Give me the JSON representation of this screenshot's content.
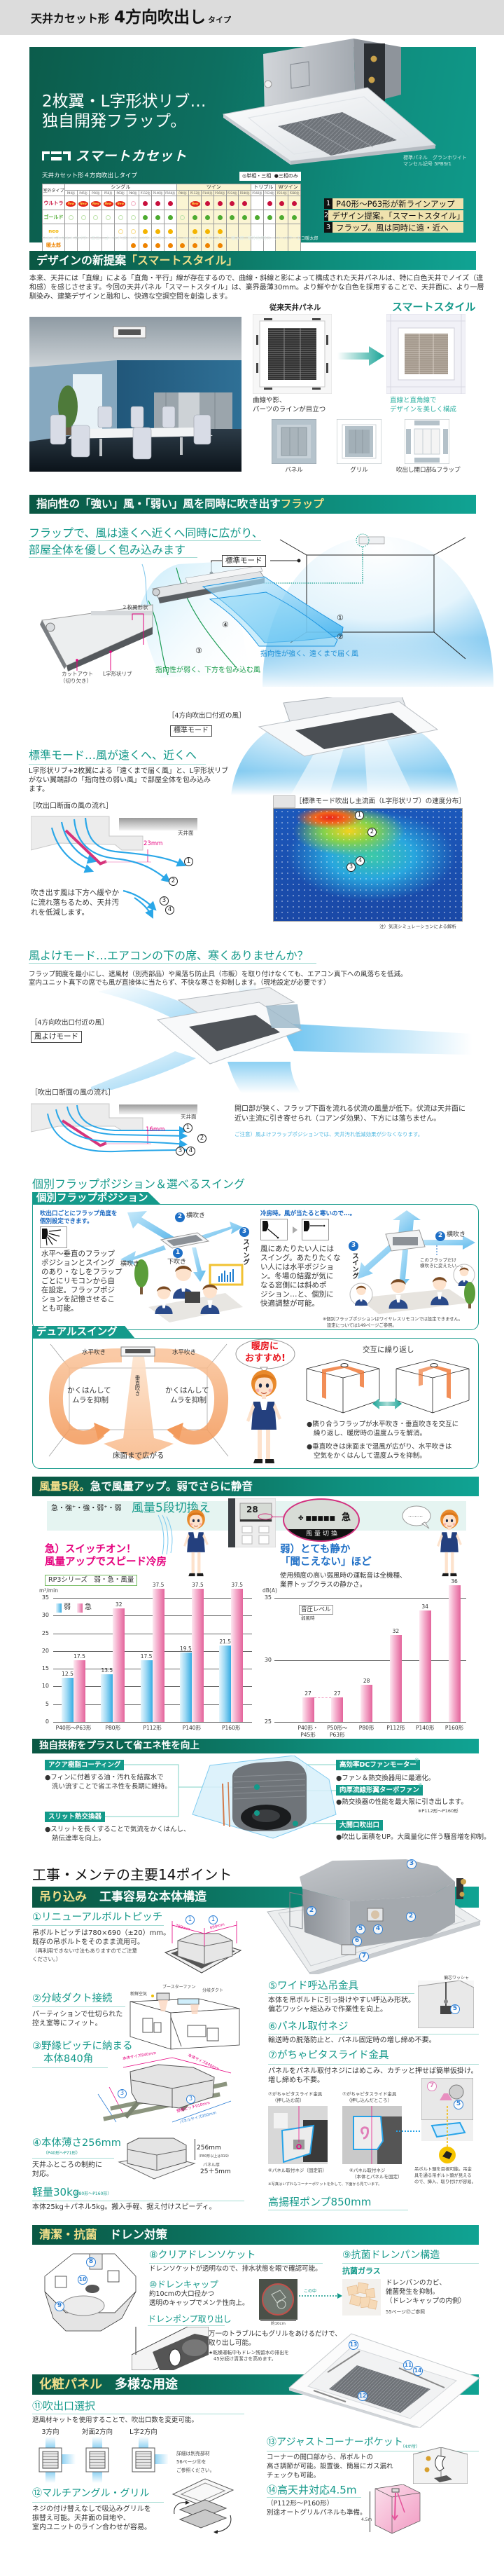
{
  "header": {
    "title_prefix": "天井カセット形",
    "title_main": "4方向吹出し",
    "title_suffix": "タイプ"
  },
  "colors": {
    "brand_green": "#0d6b59",
    "teal": "#14998a",
    "accent_yellow": "#f2df8a",
    "pink": "#e5007e",
    "blue": "#1f6fc6"
  },
  "hero": {
    "headline_1": "2枚翼・L字形状リブ…",
    "headline_2": "独自開発フラップ。",
    "logo_text": "スマートカセット",
    "product_caption_1": "標準パネル　グランホワイト",
    "product_caption_2": "マンセル記号 5PB9/1",
    "table": {
      "title": "天井カセット形４方向吹出しタイプ",
      "legend_ring": "◎単相・三相",
      "legend_dot": "●三相のみ",
      "row_header": "室外タイプ",
      "new_badge": "New",
      "groups": [
        {
          "label": "シングル",
          "span": 9,
          "shade": false
        },
        {
          "label": "ツイン",
          "span": 6,
          "shade": true
        },
        {
          "label": "トリプル",
          "span": 2,
          "shade": false
        },
        {
          "label": "Wツイン",
          "span": 2,
          "shade": true
        }
      ],
      "models": [
        "P40形",
        "P45形",
        "P50形",
        "P56形",
        "P63形",
        "P80形",
        "P112形",
        "P140形",
        "P160形",
        "P80形",
        "P112形",
        "P140形",
        "P160形",
        "P224形",
        "P280形",
        "P160形",
        "P224形",
        "P224形",
        "P280形"
      ],
      "rows": [
        {
          "name": "ウルトラ",
          "color": "#c8103c",
          "ring_color": "#f3b3c6",
          "cells": [
            "new",
            "new",
            "new",
            "new",
            "new",
            "ring",
            "dot",
            "dot",
            "dot",
            "",
            "new",
            "dot",
            "dot",
            "dot",
            "dot",
            "",
            "dot",
            "dot",
            "dot"
          ]
        },
        {
          "name": "ゴールド",
          "color": "#4dab30",
          "ring_color": "#bfe3ad",
          "cells": [
            "ring",
            "ring",
            "ring",
            "ring",
            "ring",
            "ring",
            "dot",
            "dot",
            "dot",
            "ring",
            "dot",
            "dot",
            "dot",
            "dot",
            "dot",
            "dot",
            "dot",
            "dot",
            "dot"
          ]
        },
        {
          "name": "neo",
          "color": "#f4b400",
          "ring_color": "#f8dc8a",
          "cells": [
            "",
            "",
            "",
            "",
            "ring",
            "ring",
            "dot",
            "dot",
            "dot",
            "",
            "dot",
            "dot",
            "dot",
            "",
            "",
            "",
            "",
            "",
            ""
          ]
        },
        {
          "name": "暖太郎",
          "color": "#ee8300",
          "ring_color": "#f6c88a",
          "cells": [
            "",
            "",
            "",
            "",
            "",
            "dot",
            "dot",
            "dot",
            "dot",
            "dot",
            "dot",
            "dot",
            "dot",
            "",
            "",
            "",
            "",
            "",
            ""
          ]
        },
        {
          "name": "冷房専用",
          "color": "#2160c4",
          "ring_color": "#b3c9ec",
          "cells": [
            "ring",
            "ring",
            "ring",
            "ring",
            "ring",
            "ring",
            "dot",
            "dot",
            "dot",
            "ring",
            "dot",
            "dot",
            "dot",
            "dot",
            "dot",
            "",
            "",
            "",
            ""
          ]
        }
      ],
      "footnote": "ウルトラ:ウルトラパワーエコ　ゴールド:スーパーパワーエコゴールド　neo:スマートエコneo　暖太郎:[寒冷地用]スーパーパワーエコ暖太郎"
    },
    "points": [
      {
        "num": "1",
        "text": "P40形～P63形が新ラインアップ"
      },
      {
        "num": "2",
        "text": "デザイン提案。「スマートスタイル」"
      },
      {
        "num": "3",
        "text": "フラップ。風は同時に遠・近へ"
      }
    ]
  },
  "design": {
    "heading_plain": "デザインの新提案",
    "heading_accent": "「スマートスタイル」",
    "body_lines": [
      "本来、天井には「直線」による「直角・平行」線が存在するので、曲線・斜線と影によって構成された天井パネルは、特に白色天井でノイズ（違",
      "和感）を感じさせます。今回の天井パネル「スマートスタイル」は、業界最薄30mm。より鮮やかな白色を採用することで、天井面に、より一層",
      "馴染み、建築デザインと融和し、快適な空調空間を創造します。"
    ],
    "old_panel_label": "従来天井パネル",
    "new_panel_label": "スマートスタイル",
    "old_caption": [
      "曲線や影、",
      "パーツのラインが目立つ"
    ],
    "new_caption": [
      "直線と直角線で",
      "デザインを美しく構成"
    ],
    "parts": [
      "パネル",
      "グリル",
      "吹出し開口部&フラップ"
    ]
  },
  "flap": {
    "heading_plain": "指向性の「強い」風・「弱い」風を同時に吹き出す",
    "heading_accent": "フラップ",
    "subtitle_1": "フラップで、風は遠くへ近くへ同時に広がり、",
    "subtitle_2": "部屋全体を優しく包み込みます",
    "mode_tag": "標準モード",
    "label_two_blade": "２枚翼形状",
    "label_cutout": [
      "カットアウト",
      "（切り欠き）"
    ],
    "label_l_rib": "L字形状リブ",
    "label_weak_wind": "指向性が弱く、下方を包み込む風",
    "label_strong_wind": "指向性が強く、遠くまで届く風",
    "markers": [
      "①",
      "②",
      "③",
      "④"
    ]
  },
  "standard_mode": {
    "outlet_caption": "［4方向吹出口付近の風］",
    "mode_tag": "標準モード",
    "title": "標準モード…風が遠くへ、近くへ",
    "body_lines": [
      "L字形状リブ+2枚翼による「遠くまで届く風」と、L字形状リブ",
      "がない翼端部の「指向性の弱い風」で部屋全体を包み込み",
      "ます。"
    ],
    "section_caption": "［吹出口断面の風の流れ］",
    "ceiling_label": "天井面",
    "gap_label": "23mm",
    "note_lines": [
      "吹き出す風は下方へ緩やか",
      "に流れ落ちるため、天井汚",
      "れを低減します。"
    ],
    "velocity_title": "［標準モード吹出し主流面（L字形状リブ）の速度分布］",
    "velocity_note": "注）気流シミュレーションによる解析",
    "markers": [
      "1",
      "2",
      "3",
      "4"
    ]
  },
  "windshield_mode": {
    "title": "風よけモード…エアコンの下の席、寒くありませんか？",
    "body_lines": [
      "フラップ開度を最小にし、遮風材（別売部品）や風落ち防止具（市販）を取り付けなくても、エアコン真下への風落ちを低減。",
      "室内ユニット真下の席でも風が直接体に当たらず、不快な寒さを抑制します。（現地設定が必要です）"
    ],
    "outlet_caption": "［4方向吹出口付近の風］",
    "mode_tag": "風よけモード",
    "section_caption": "［吹出口断面の風の流れ］",
    "ceiling_label": "天井面",
    "gap_label": "16mm",
    "desc_lines": [
      "開口部が狭く、フラップ下面を流れる伏流の風量が低下。伏流は天井面に",
      "近い主流に引き寄せられ（コアンダ効果）、下方には落ちません。"
    ],
    "caution": "ご注意）風よけフラップポジションでは、天井汚れ低減効果が少なくなります。",
    "markers": [
      "1",
      "2",
      "3",
      "4"
    ]
  },
  "flap_position": {
    "title": "個別フラップポジション＆選べるスイング",
    "tab_individual": "個別フラップポジション",
    "lead_lines": [
      "吹出口ごとにフラップ角度を",
      "個別設定できます。"
    ],
    "body_lines": [
      "水平～垂直のフラップ",
      "ポジションとスイング",
      "のあり・なしをフラップ",
      "ごとにリモコンから自",
      "在設定。フラップポジ",
      "ションを記憶させるこ",
      "とも可能。"
    ],
    "labels": {
      "side_blow": "横吹き",
      "down_blow": "下吹き",
      "swing": "スイング",
      "n1": "1",
      "n2": "2",
      "n3": "3"
    },
    "cooling_lead": "冷房時。風が当たると寒いので…。",
    "cooling_body": [
      "風にあたりたい人には",
      "スイング。あたりたくな",
      "い人には水平ポジショ",
      "ン。冬場の結露が気に",
      "なる窓側には斜めポ",
      "ジション…と、個別に",
      "快適調整が可能。"
    ],
    "bubble": [
      "このフラップだけ",
      "横吹きに変えたい…。"
    ],
    "footnote": [
      "※個別フラップポジションはワイヤレスリモコンでは設定できません。",
      "設定については149ページご参照。"
    ],
    "tab_dual": "デュアルスイング",
    "dual": {
      "horizontal": "水平吹き",
      "vertical": "垂直吹き",
      "stir": [
        "かくはんして",
        "ムラを抑制"
      ],
      "floor": "床面まで広がる",
      "recommend": [
        "暖房に",
        "おすすめ!"
      ],
      "alternate": "交互に繰り返し",
      "bullets": [
        [
          "●隣り合うフラップが水平吹き・垂直吹きを交互に",
          "繰り返し、暖房時の温度ムラを解消。"
        ],
        [
          "●垂直吹きは床面まで温風が広がり、水平吹きは",
          "空気をかくはんして温度ムラを抑制。"
        ]
      ]
    }
  },
  "fan_speed": {
    "heading_accent": "風量5段。",
    "heading_plain": "急で風量アップ。弱でさらに静音",
    "levels": "急・強⁺・強・弱⁺・弱",
    "levels_title": "風量5段切換え",
    "remote_temp": "28",
    "remote_display_level": "急",
    "remote_button_label": "風量切換",
    "boost_lines": [
      "急）スイッチオン！",
      "風量アップでスピード冷房"
    ],
    "quiet_lines": [
      "弱）とても静か",
      "「聞こえない」ほど"
    ],
    "quiet_desc": [
      "使用頻度の高い弱風時の運転音は全機種、",
      "業界トップクラスの静かさ。"
    ],
    "bubble": "………"
  },
  "chart_data": [
    {
      "type": "bar",
      "title": "RP3シリーズ　弱・急・風量",
      "xlabel": "",
      "ylabel": "m³/min",
      "categories": [
        "P40形～P63形",
        "P80形",
        "P112形",
        "P140形",
        "P160形"
      ],
      "series": [
        {
          "name": "弱",
          "color": "#36ace3",
          "values": [
            12.5,
            13.5,
            17.5,
            19.5,
            21.5
          ]
        },
        {
          "name": "急",
          "color": "#e3639b",
          "values": [
            17.5,
            32,
            37.5,
            37.5,
            37.5
          ]
        }
      ],
      "ylim": [
        0,
        35
      ],
      "yticks": [
        0,
        5,
        10,
        15,
        20,
        25,
        30,
        35
      ],
      "grid": true,
      "legend_position": "top-left"
    },
    {
      "type": "bar",
      "title": "音圧レベル",
      "subtitle": "弱風時",
      "xlabel": "",
      "ylabel": "dB(A)",
      "categories": [
        "P40形・\nP45形",
        "P50形～\nP63形",
        "P80形",
        "P112形",
        "P140形",
        "P160形"
      ],
      "series": [
        {
          "name": "弱風時",
          "color": "#e3639b",
          "values": [
            27,
            27,
            28,
            32,
            34,
            36
          ]
        }
      ],
      "ylim": [
        25,
        35
      ],
      "yticks": [
        25,
        30,
        35
      ],
      "grid": true
    }
  ],
  "tech": {
    "heading": "独自技術をプラスして省エネ性を向上",
    "features": [
      {
        "label": "アクア樹脂コーティング",
        "lines": [
          "●フィンに付着する油・汚れを結露水で",
          "洗い流すことで省エネ性を長期に維持。"
        ]
      },
      {
        "label": "スリット熱交換器",
        "lines": [
          "●スリットを長くすることで気流をかくはんし、",
          "熱伝達率を向上。"
        ]
      },
      {
        "label": "高効率DCファンモーター",
        "mark": "※",
        "lines": [
          "●ファン＆熱交換器用に最適化。"
        ]
      },
      {
        "label": "肉厚流線形翼ターボファン",
        "mark": "※",
        "lines": [
          "●熱交換器の性能を最大限に引き出します。"
        ]
      },
      {
        "label": "大開口吹出口",
        "lines": [
          "●吹出し面積をUP。大風量化に伴う騒音増を抑制。"
        ]
      }
    ],
    "note": "※P112形～P160形"
  },
  "install": {
    "title": "工事・メンテの主要14ポイント",
    "heading_accent": "吊り込み",
    "heading_plain": "工事容易な本体構造",
    "markers": [
      "2",
      "2",
      "3",
      "4",
      "5",
      "6",
      "7"
    ],
    "p1": {
      "title": "①リニューアルボルトピッチ",
      "lines": [
        "吊ボルトピッチは780×690（±20）mm。",
        "既存の吊ボルトをそのまま流用可。"
      ],
      "small": [
        "（再利用できない寸法もありますのでご注意",
        "ください。）"
      ],
      "dims": [
        "780mm",
        "690mm"
      ],
      "marker": "1"
    },
    "p2": {
      "title": "②分岐ダクト接続",
      "lines": [
        "パーティションで仕切られた",
        "控え室等にフィット。"
      ],
      "booster": "ブースターファン",
      "duct": "分岐ダクト",
      "fresh": "新鮮空気"
    },
    "p3": {
      "title_1": "③野縁ピッチに納まる",
      "title_2": "本体840角",
      "body_size": "本体サイズ840mm",
      "furring_pitch": "野縁ピッチ910mm",
      "panel_size": "パネルサイズ950mm",
      "marker": "3"
    },
    "p4": {
      "title": "④本体薄さ256mm",
      "sub": "（P40形～P71形）",
      "lines": [
        "天井ふところの制約に",
        "対応。"
      ],
      "dim": "256mm",
      "dim_note": "（P80形以上は319）",
      "panel_label": "パネル厚",
      "panel_dim": "25＋5mm"
    },
    "light": {
      "title": "軽量30kg",
      "sub": "（P80形～P160形）",
      "line": "本体25kg＋パネル5kg。搬入手軽、据え付けスピーディ。"
    },
    "p5": {
      "title": "⑤ワイド呼込吊金具",
      "lines": [
        "本体を吊ボルトに引っ掛けやすい呼込み形状。",
        "偏芯ワッシャ組込みで作業性を向上。"
      ],
      "label": "偏芯ワッシャ",
      "marker": "5"
    },
    "p6": {
      "title": "⑥パネル取付ネジ",
      "line": "輸送時の脱落防止と、パネル固定時の増し締め不要。"
    },
    "p7": {
      "title": "⑦がちゃピタスライド金具",
      "lines": [
        "パネルをパネル取付ネジにはめこみ、カチッと押せば簡単仮掛け。",
        "増し締めも不要。"
      ],
      "photo1_cap": [
        "⑦がちゃピタスライド金具",
        "（押し込む前）"
      ],
      "photo2_cap": [
        "⑦がちゃピタスライド金具",
        "（押し込んだところ）"
      ],
      "photo1_bottom": "⑥パネル取付ネジ（固定前）",
      "photo2_bottom": [
        "⑥パネル取付ネジ",
        "（本体とパネルを固定）"
      ],
      "photo_note": "※写真はいずれもコーナーポケットを外して、下面から見ています。",
      "bolt_note": [
        "吊ボルト頭を目視可能。吊金",
        "具を通る吊ボルト頭が見える",
        "ので、挿入、取り付けが容易。"
      ],
      "markers": [
        "7",
        "5"
      ]
    },
    "pump": {
      "title": "高揚程ポンプ850mm"
    }
  },
  "drain": {
    "heading_accent": "清潔・抗菌",
    "heading_plain": "ドレン対策",
    "markers": [
      "8",
      "10",
      "9"
    ],
    "p8": {
      "title": "⑧クリアドレンソケット",
      "line": "ドレンソケットが透明なので、排水状態を眼で確認可能。"
    },
    "p10": {
      "title": "⑩ドレンキャップ",
      "lines": [
        "約10cmの大口径かつ",
        "透明のキャップでメンテ性向上。"
      ],
      "photo_label": "約10cm",
      "arrow_label": "この中"
    },
    "pump_out": {
      "title": "ドレンポンプ取り出し",
      "lines": [
        "万一のトラブルにもグリルをあけるだけで、",
        "取り出し可能。"
      ],
      "note": [
        "★乾燥運転中もドレン残留水の排出を",
        "45分続け清潔さを高めます。"
      ]
    },
    "p9": {
      "title": "⑨抗菌ドレンパン構造",
      "sub": "抗菌ガラス",
      "lines": [
        "ドレンパンのカビ、",
        "雑菌発生を抑制。",
        "（ドレンキャップの内側）"
      ],
      "ref": "55ページ⑰ご参照"
    }
  },
  "panel": {
    "heading_accent": "化粧パネル",
    "heading_plain": "多様な用途",
    "markers": [
      "13",
      "11",
      "14",
      "12"
    ],
    "p11": {
      "title": "⑪吹出口選択",
      "line": "遮風材キットを使用することで、吹出口数を変更可能。",
      "options": [
        "3方向",
        "対面2方向",
        "L字2方向"
      ],
      "note": [
        "詳細は別売部材",
        "56ページ⑮を",
        "ご参照ください。"
      ]
    },
    "p12": {
      "title": "⑫マルチアングル・グリル",
      "lines": [
        "ネジの付け替えなしで吸込みグリルを",
        "振替え可能。天井面の目地や、",
        "室内ユニットのライン合わせが容易。"
      ]
    },
    "p13": {
      "title": "⑬アジャストコーナーポケット",
      "sub": "（4か所）",
      "lines": [
        "コーナーの開口部から、吊ボルトの",
        "高さ調節が可能。設置後、簡易にガス漏れ",
        "チェックも可能。"
      ]
    },
    "p14": {
      "title": "⑭高天井対応4.5m",
      "lines": [
        "（P112形～P160形）",
        "別途オートグリルパネルも準備。"
      ],
      "dim": "4.5m"
    }
  }
}
